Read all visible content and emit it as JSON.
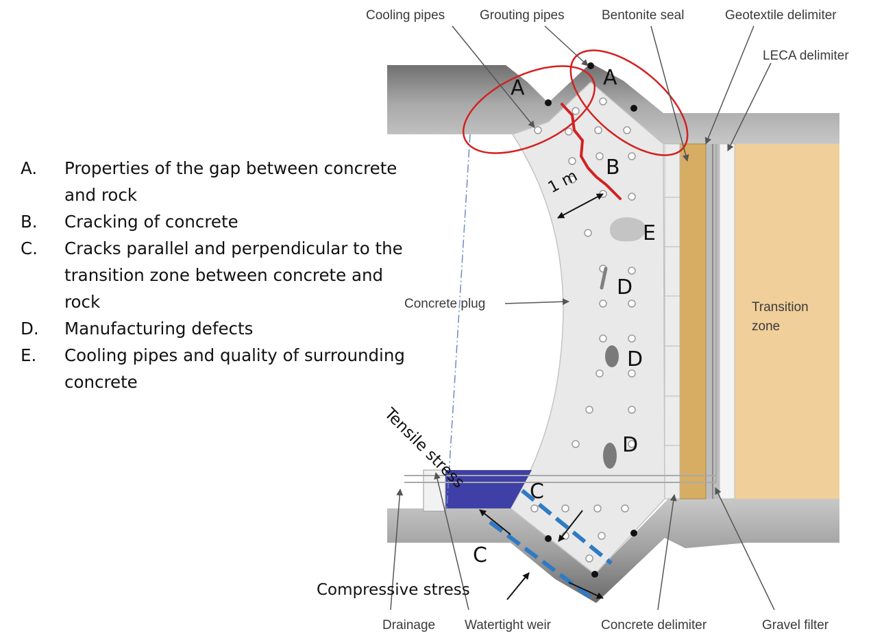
{
  "legend": [
    {
      "letter": "A.",
      "text": "Properties of the gap between concrete and rock"
    },
    {
      "letter": "B.",
      "text": "Cracking of concrete"
    },
    {
      "letter": "C.",
      "text": "Cracks parallel and perpendicular to the transition zone between concrete and rock"
    },
    {
      "letter": "D.",
      "text": "Manufacturing defects"
    },
    {
      "letter": "E.",
      "text": "Cooling pipes and quality of surrounding concrete"
    }
  ],
  "labels": {
    "cooling_pipes": "Cooling pipes",
    "grouting_pipes": "Grouting pipes",
    "bentonite_seal": "Bentonite seal",
    "geotextile_delimiter": "Geotextile delimiter",
    "leca_delimiter": "LECA delimiter",
    "concrete_plug": "Concrete plug",
    "transition_zone_1": "Transition",
    "transition_zone_2": "zone",
    "drainage": "Drainage",
    "watertight_weir": "Watertight weir",
    "concrete_delimiter": "Concrete delimiter",
    "gravel_filter": "Gravel filter",
    "one_meter": "1 m",
    "tensile_stress": "Tensile stress",
    "compressive_stress": "Compressive stress"
  },
  "markers": {
    "a1": "A",
    "a2": "A",
    "b": "B",
    "c1": "C",
    "c2": "C",
    "d1": "D",
    "d2": "D",
    "d3": "D",
    "e": "E"
  },
  "colors": {
    "rock": "#8a8a8a",
    "concrete": "#e9e9e9",
    "bentonite": "#d7ad63",
    "transition_zone": "#f0cf9a",
    "water": "#3f3fa8",
    "crack_ellipse": "#d42020",
    "crack_dash": "#2f7ac4"
  }
}
